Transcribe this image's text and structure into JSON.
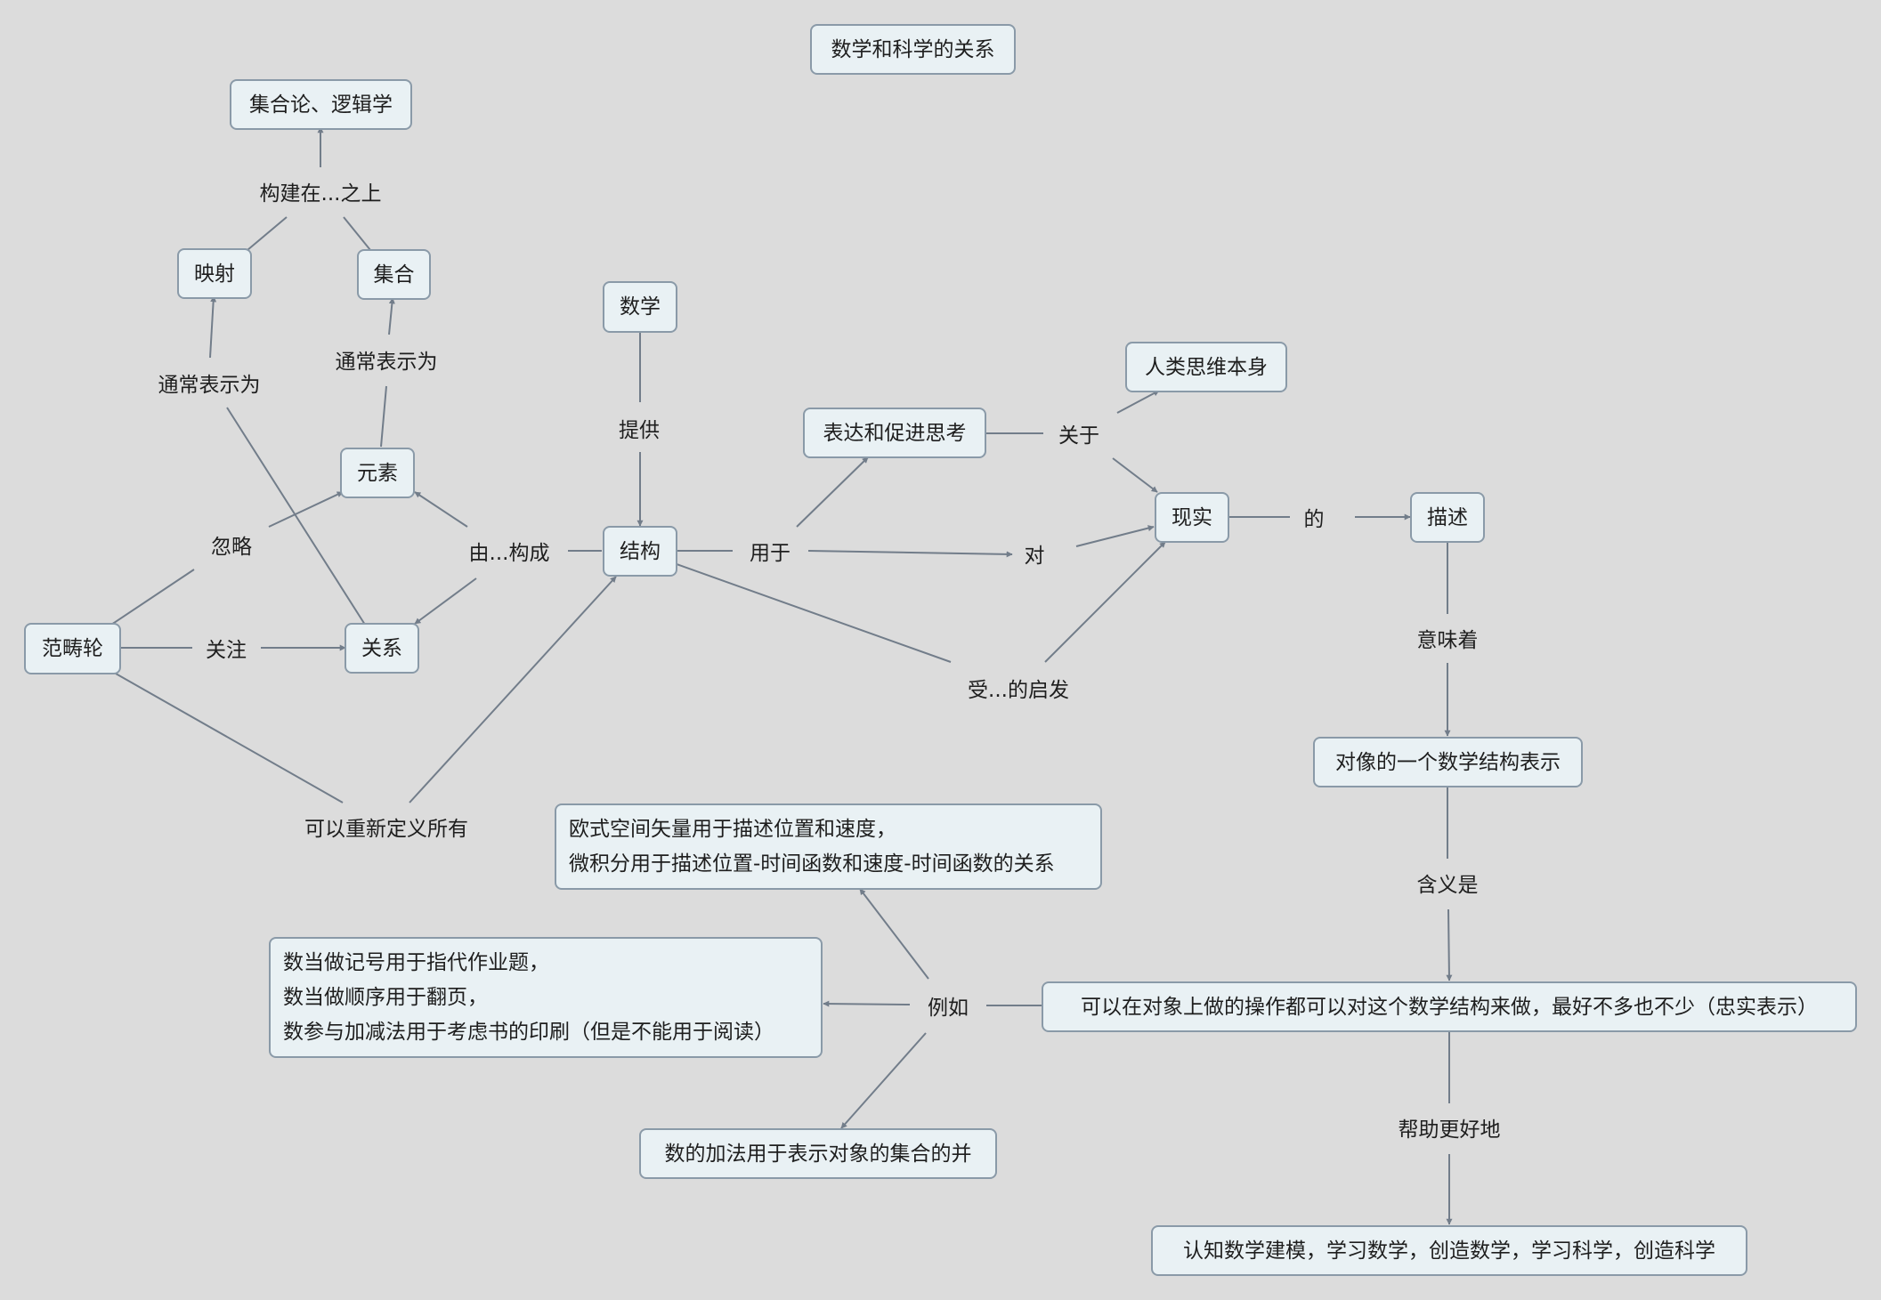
{
  "title": "数学和科学的关系",
  "nodes": {
    "set_logic": "集合论、逻辑学",
    "mapping": "映射",
    "set": "集合",
    "element": "元素",
    "relation": "关系",
    "fan": "范畴轮",
    "math": "数学",
    "structure": "结构",
    "express": "表达和促进思考",
    "human_thought": "人类思维本身",
    "reality": "现实",
    "description": "描述",
    "rep": "对像的一个数学结构表示",
    "faithful": "可以在对象上做的操作都可以对这个数学结构来做，最好不多也不少（忠实表示）",
    "cognition": "认知数学建模，学习数学，创造数学，学习科学，创造科学",
    "ex1_line1": "欧式空间矢量用于描述位置和速度，",
    "ex1_line2": "微积分用于描述位置-时间函数和速度-时间函数的关系",
    "ex2_line1": "数当做记号用于指代作业题，",
    "ex2_line2": "数当做顺序用于翻页，",
    "ex2_line3": "数参与加减法用于考虑书的印刷（但是不能用于阅读）",
    "ex3": "数的加法用于表示对象的集合的并"
  },
  "labels": {
    "built_on": "构建在...之上",
    "usually_left": "通常表示为",
    "usually_right": "通常表示为",
    "ignore": "忽略",
    "composed": "由...构成",
    "focus": "关注",
    "redefine": "可以重新定义所有",
    "provide": "提供",
    "used_for": "用于",
    "about": "关于",
    "to": "对",
    "inspired": "受...的启发",
    "of": "的",
    "means": "意味着",
    "meaning_is": "含义是",
    "for_example": "例如",
    "helps": "帮助更好地"
  }
}
